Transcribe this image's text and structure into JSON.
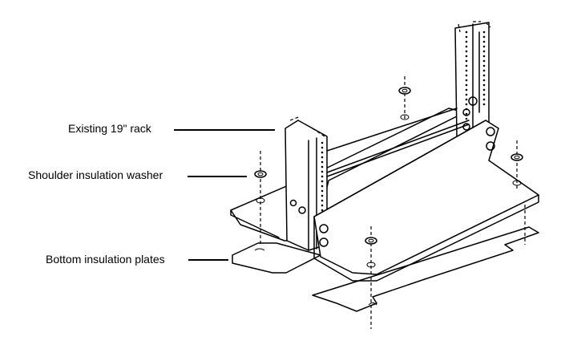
{
  "callouts": {
    "rack": "Existing 19\" rack",
    "washer": "Shoulder insulation washer",
    "plates": "Bottom insulation plates"
  }
}
